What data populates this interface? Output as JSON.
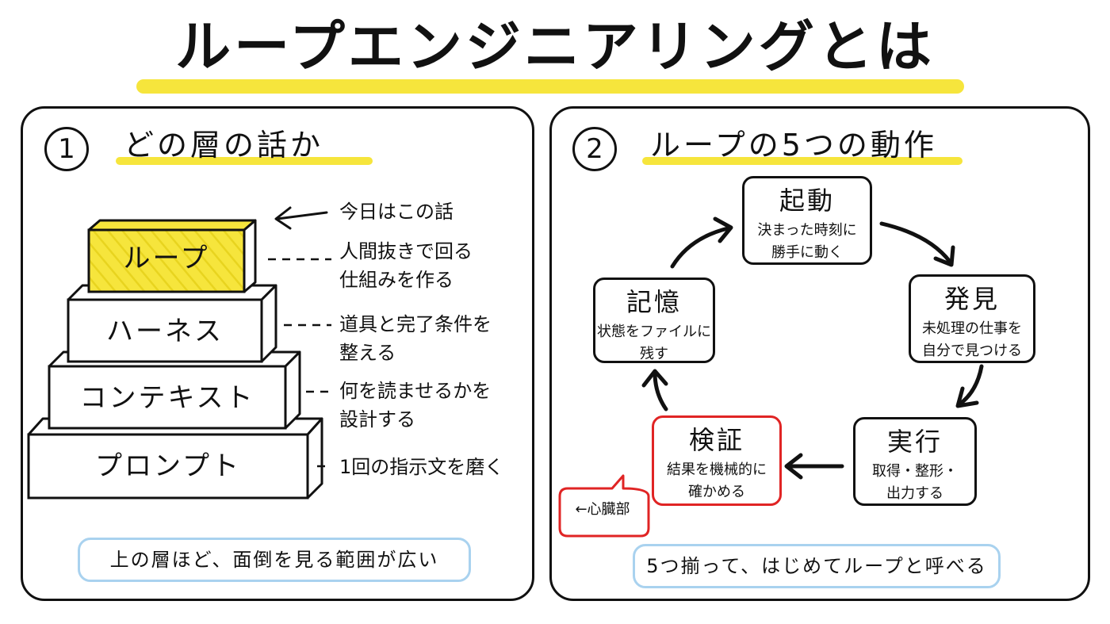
{
  "title": "ループエンジニアリングとは",
  "colors": {
    "highlight": "#f6e53c",
    "pill_border": "#a9d2ef",
    "emphasis_red": "#e02424",
    "ink": "#111111"
  },
  "left_panel": {
    "number": "1",
    "heading": "どの層の話か",
    "layers": [
      {
        "label": "ループ",
        "highlighted": true
      },
      {
        "label": "ハーネス",
        "highlighted": false
      },
      {
        "label": "コンテキスト",
        "highlighted": false
      },
      {
        "label": "プロンプト",
        "highlighted": false
      }
    ],
    "arrow_note": "今日はこの話",
    "notes": [
      {
        "line1": "人間抜きで回る",
        "line2": "仕組みを作る"
      },
      {
        "line1": "道具と完了条件を",
        "line2": "整える"
      },
      {
        "line1": "何を読ませるかを",
        "line2": "設計する"
      },
      {
        "line1": "1回の指示文を磨く",
        "line2": ""
      }
    ],
    "summary": "上の層ほど、面倒を見る範囲が広い"
  },
  "right_panel": {
    "number": "2",
    "heading": "ループの5つの動作",
    "steps": [
      {
        "title": "起動",
        "line1": "決まった時刻に",
        "line2": "勝手に動く"
      },
      {
        "title": "発見",
        "line1": "未処理の仕事を",
        "line2": "自分で見つける"
      },
      {
        "title": "実行",
        "line1": "取得・整形・",
        "line2": "出力する"
      },
      {
        "title": "検証",
        "line1": "結果を機械的に",
        "line2": "確かめる",
        "emphasis": true
      },
      {
        "title": "記憶",
        "line1": "状態をファイルに",
        "line2": "残す"
      }
    ],
    "callout": "←心臓部",
    "summary": "5つ揃って、はじめてループと呼べる"
  }
}
